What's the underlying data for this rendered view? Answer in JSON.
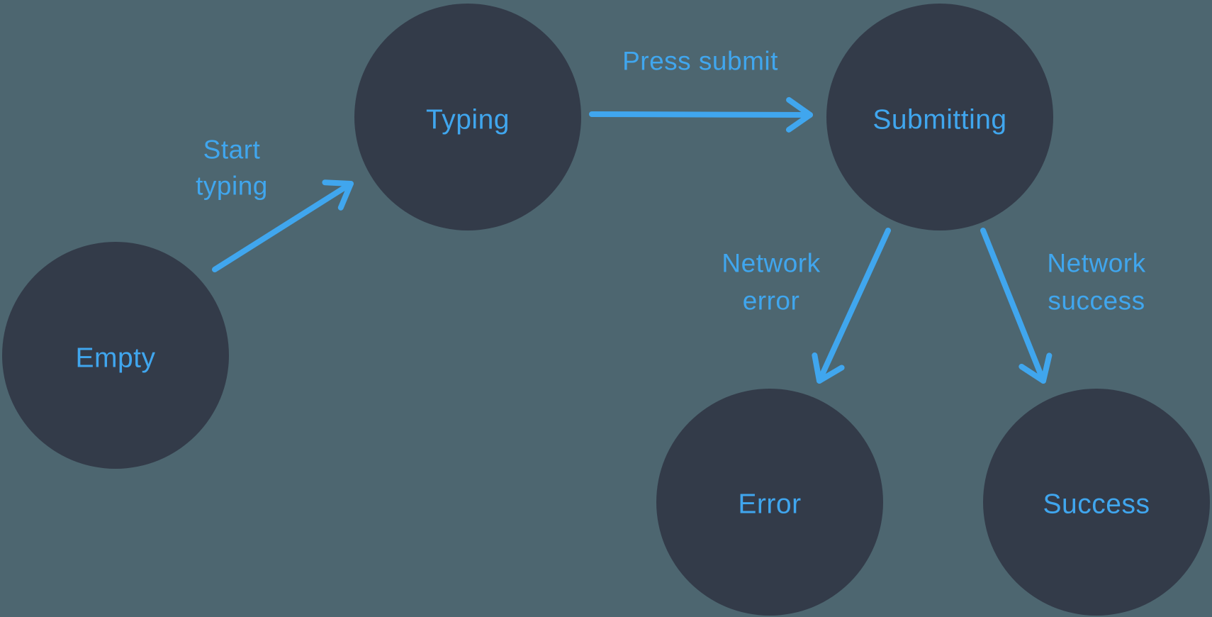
{
  "colors": {
    "background": "#4D6670",
    "node_fill": "#333B49",
    "accent": "#40A6EE"
  },
  "diagram": {
    "type": "state-machine",
    "nodes": [
      {
        "id": "empty",
        "label": "Empty"
      },
      {
        "id": "typing",
        "label": "Typing"
      },
      {
        "id": "submitting",
        "label": "Submitting"
      },
      {
        "id": "error",
        "label": "Error"
      },
      {
        "id": "success",
        "label": "Success"
      }
    ],
    "edges": [
      {
        "from": "empty",
        "to": "typing",
        "label_lines": [
          "Start",
          "typing"
        ]
      },
      {
        "from": "typing",
        "to": "submitting",
        "label_lines": [
          "Press submit"
        ]
      },
      {
        "from": "submitting",
        "to": "error",
        "label_lines": [
          "Network",
          "error"
        ]
      },
      {
        "from": "submitting",
        "to": "success",
        "label_lines": [
          "Network",
          "success"
        ]
      }
    ]
  }
}
